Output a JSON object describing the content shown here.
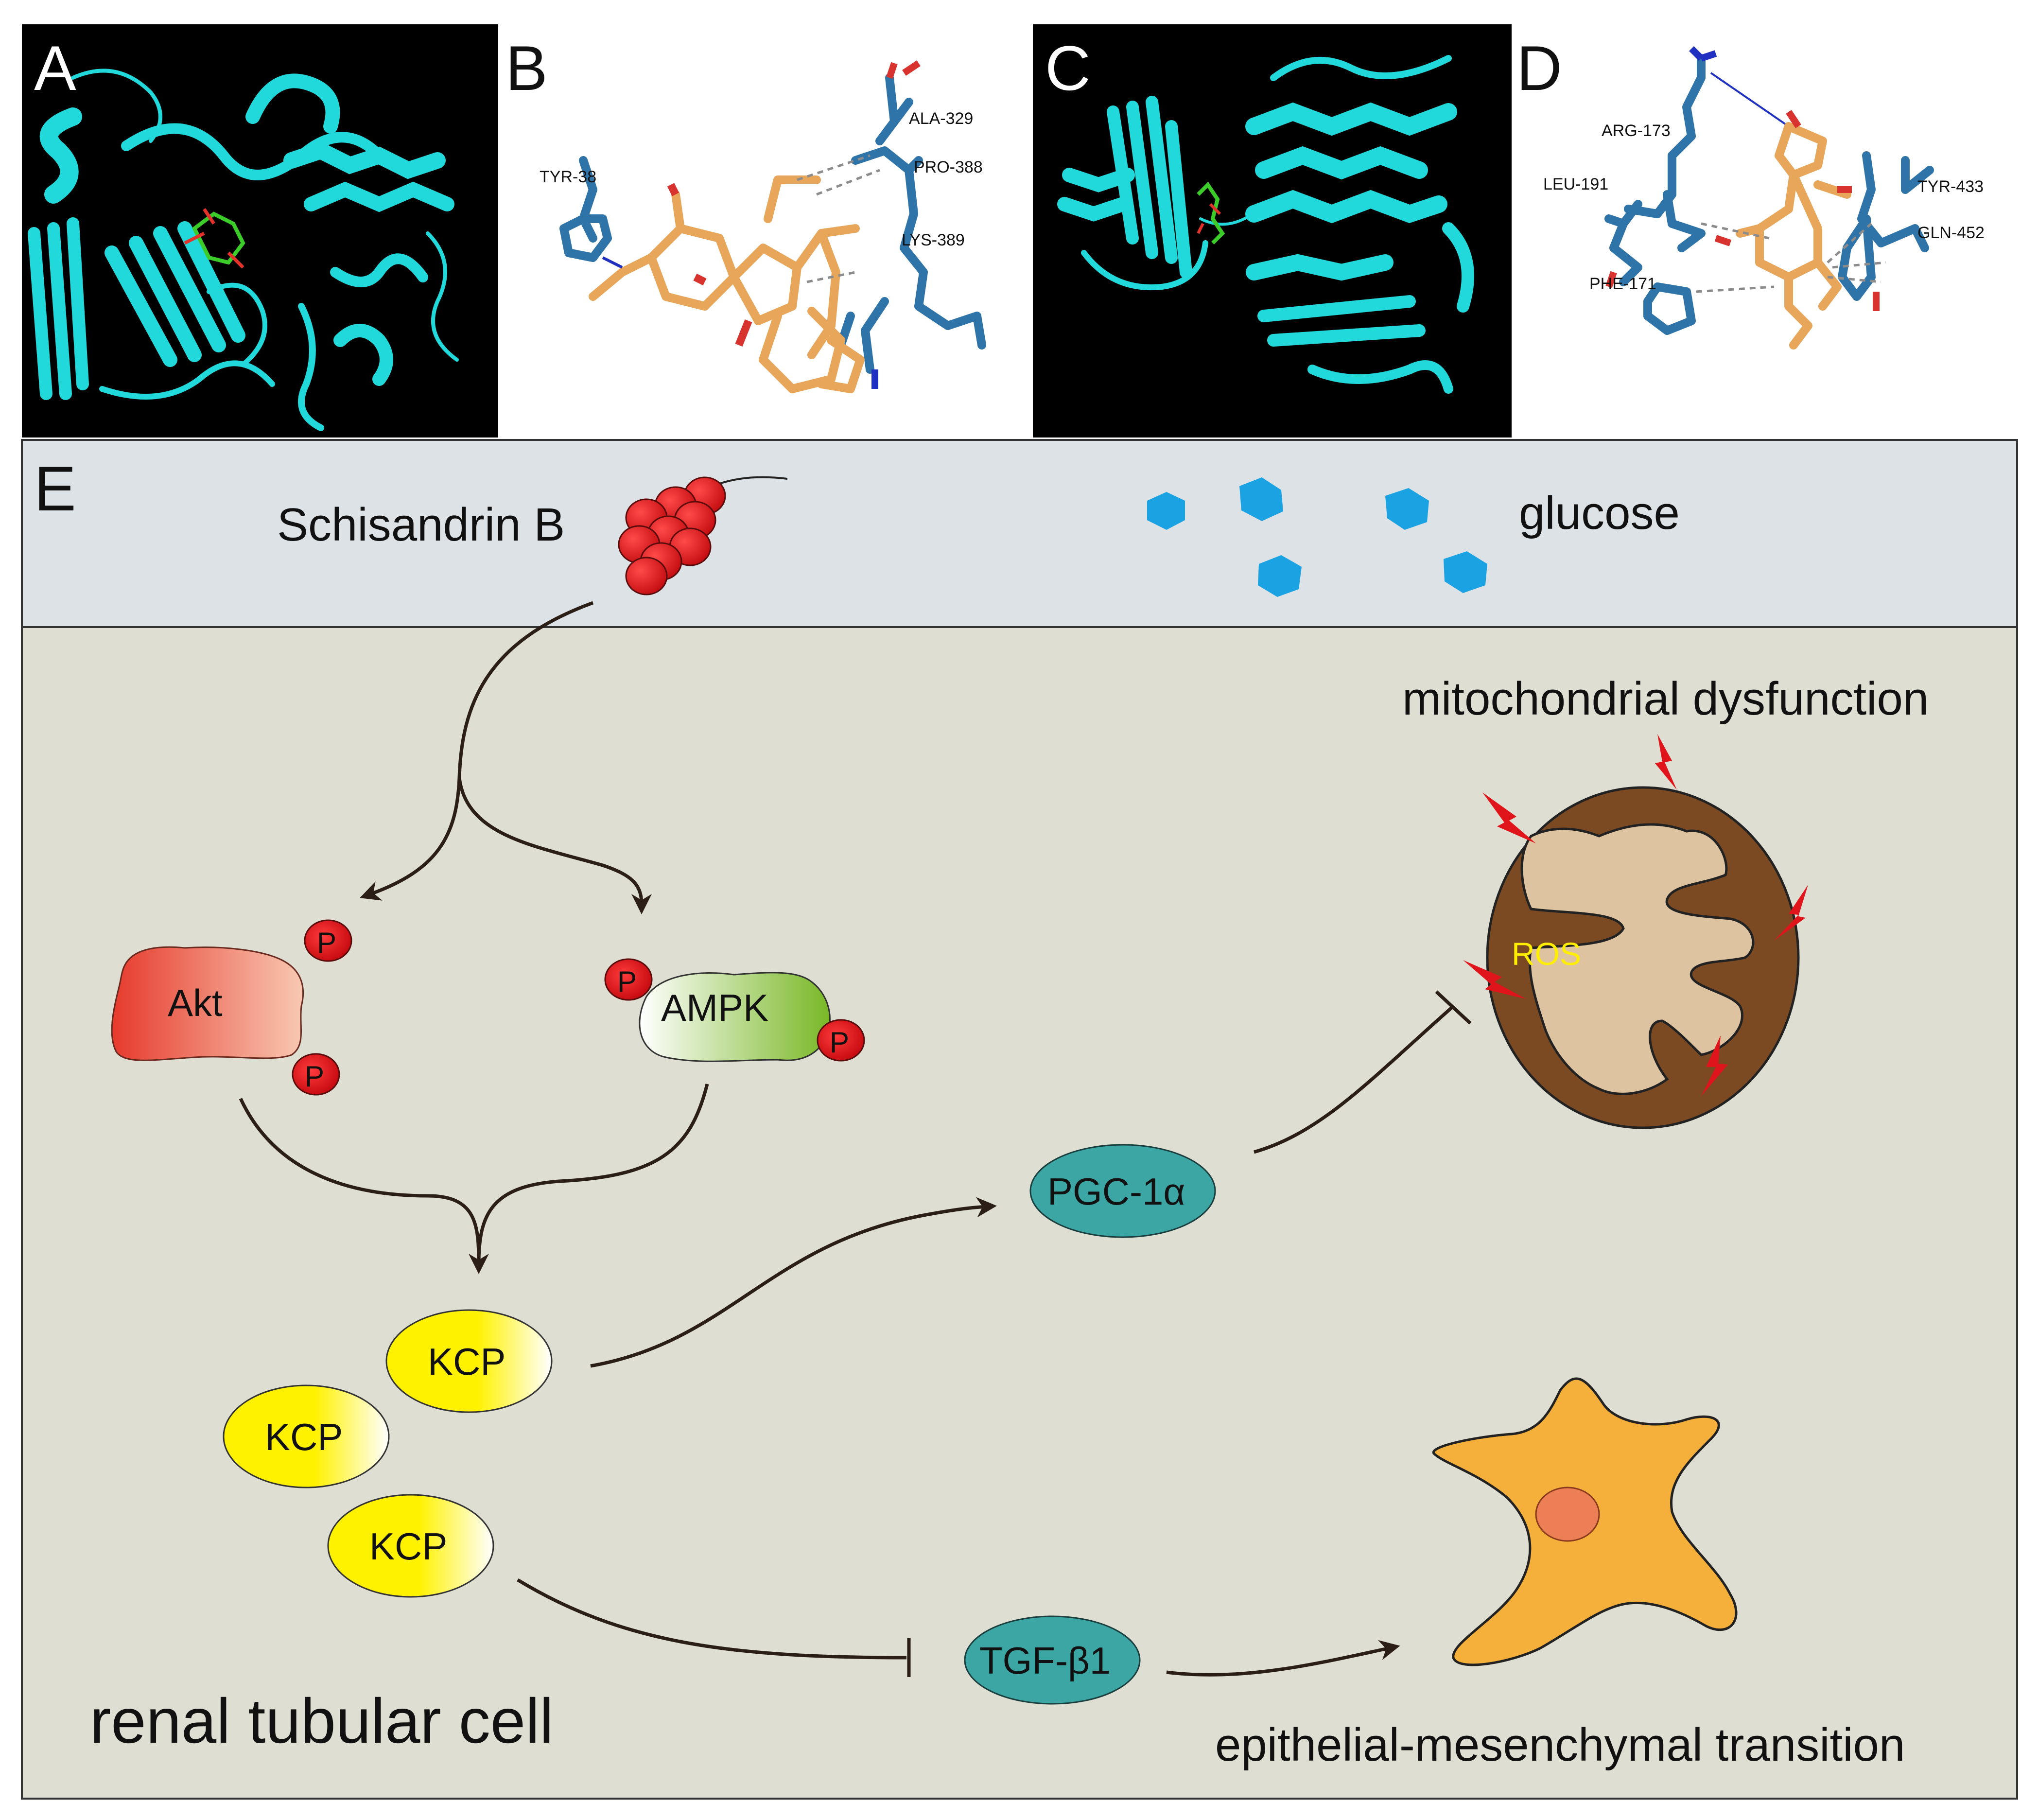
{
  "panels": {
    "A": {
      "letter": "A"
    },
    "B": {
      "letter": "B",
      "residues": [
        "TYR-38",
        "ALA-329",
        "PRO-388",
        "LYS-389"
      ]
    },
    "C": {
      "letter": "C"
    },
    "D": {
      "letter": "D",
      "residues": [
        "ARG-173",
        "LEU-191",
        "TYR-433",
        "GLN-452",
        "PHE-171"
      ]
    }
  },
  "pathway": {
    "letter": "E",
    "extracellular": {
      "drug": "Schisandrin B",
      "glucose": "glucose"
    },
    "cell_label": "renal tubular cell",
    "nodes": {
      "akt": "Akt",
      "ampk": "AMPK",
      "phospho": "P",
      "kcp": "KCP",
      "pgc": "PGC-1α",
      "tgf": "TGF-β1",
      "ros": "ROS"
    },
    "outcomes": {
      "mito": "mitochondrial dysfunction",
      "emt": "epithelial-mesenchymal transition"
    }
  },
  "colors": {
    "protein_ribbon": "#21d8da",
    "panel_black": "#000000",
    "stick_blue": "#2f74a8",
    "ligand_orange": "#e8a65a",
    "extracellular_bg": "#dde2e6",
    "cell_bg": "#dedfd2",
    "glucose": "#1ba2e2",
    "phospho_red": "#e0141b",
    "kcp_yellow": "#fff200",
    "teal_node": "#3ba6a4",
    "mito_brown": "#7b4a22",
    "mito_inner": "#ddc3a0",
    "ros_text": "#ffee00",
    "emt_cell": "#f4b03b"
  }
}
